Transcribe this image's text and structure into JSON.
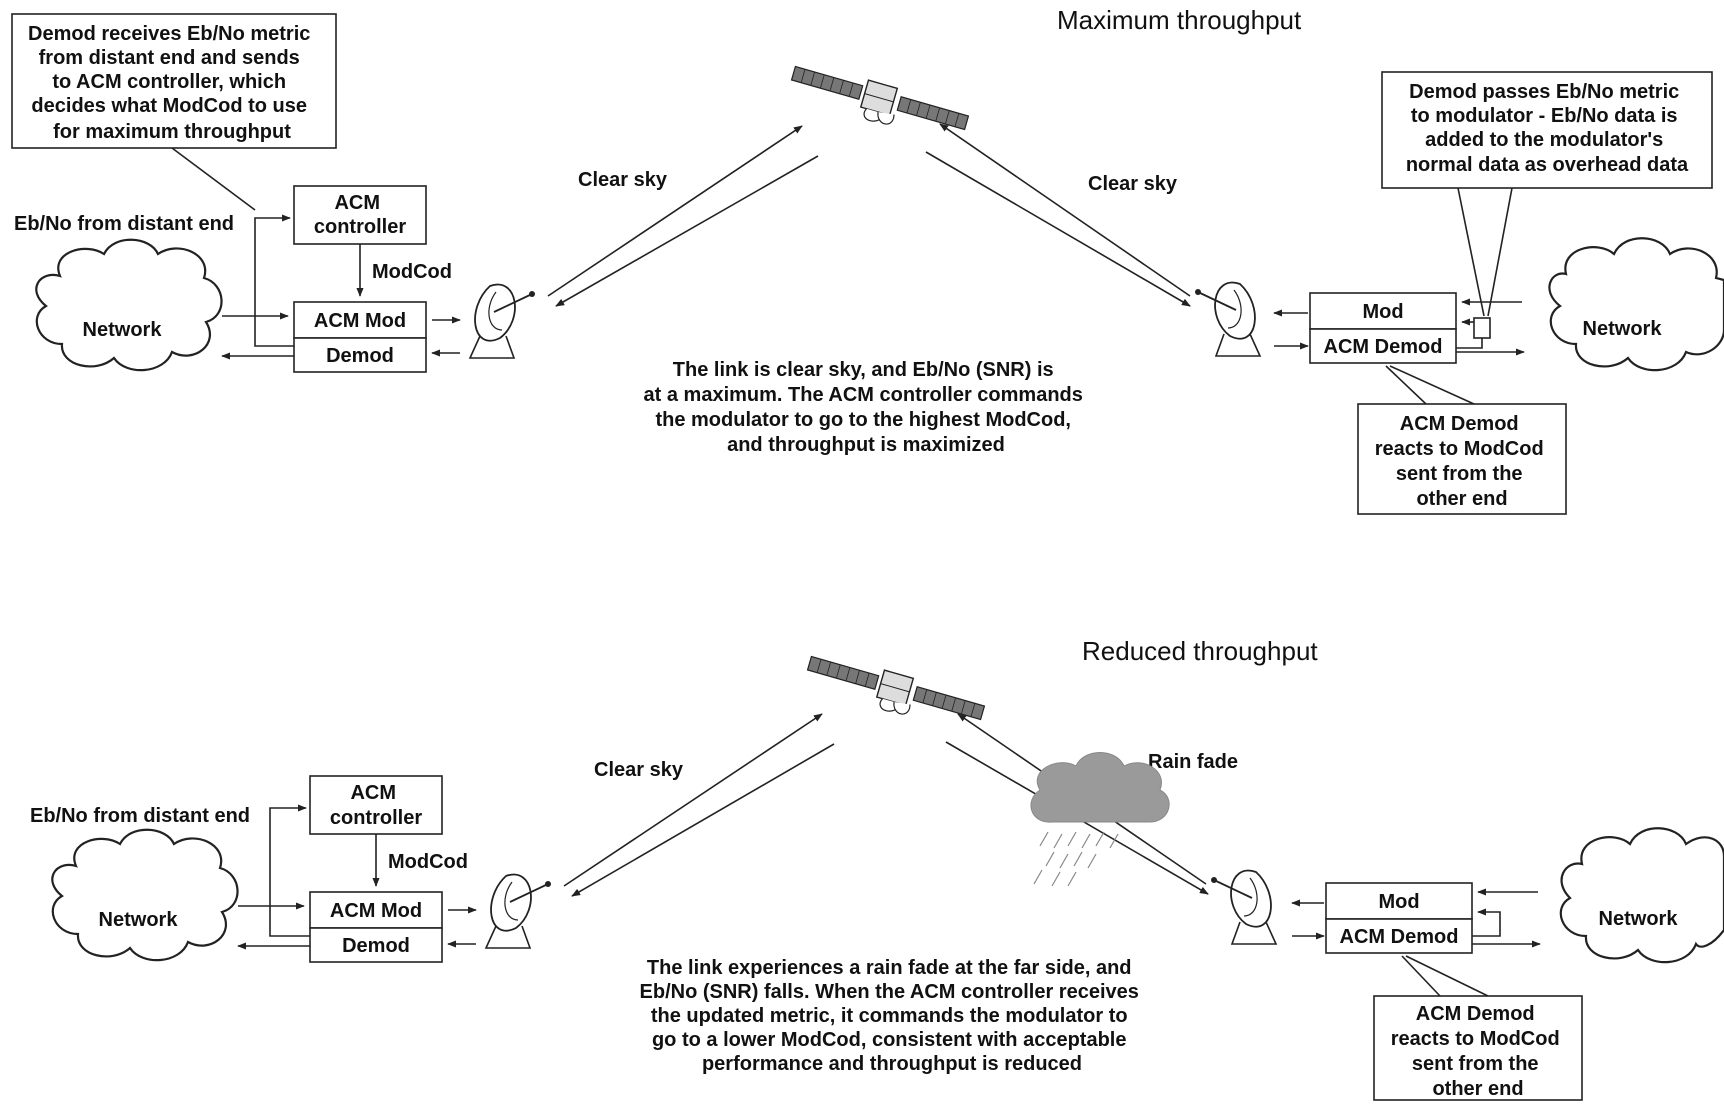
{
  "top": {
    "title": "Maximum throughput",
    "left_note": [
      "Demod receives Eb/No metric",
      "from distant end and sends",
      "to ACM controller, which",
      "decides what ModCod to use",
      "for maximum throughput"
    ],
    "ebno_label": "Eb/No from distant end",
    "controller": [
      "ACM",
      "controller"
    ],
    "modcod_label": "ModCod",
    "mod_left": "ACM Mod",
    "demod_left": "Demod",
    "network_left": "Network",
    "uplink_label": "Clear sky",
    "downlink_label": "Clear sky",
    "center_text": [
      "The link is clear sky, and Eb/No (SNR) is",
      "at a maximum. The ACM controller commands",
      "the modulator to go to the highest ModCod,",
      "and throughput is maximized"
    ],
    "right_note": [
      "Demod passes Eb/No metric",
      "to modulator - Eb/No data is",
      "added to the modulator's",
      "normal data as overhead data"
    ],
    "mod_right": "Mod",
    "demod_right": "ACM Demod",
    "network_right": "Network",
    "reacts_note": [
      "ACM Demod",
      "reacts to ModCod",
      "sent from the",
      "other end"
    ]
  },
  "bottom": {
    "title": "Reduced throughput",
    "ebno_label": "Eb/No from distant end",
    "controller": [
      "ACM",
      "controller"
    ],
    "modcod_label": "ModCod",
    "mod_left": "ACM Mod",
    "demod_left": "Demod",
    "network_left": "Network",
    "uplink_label": "Clear sky",
    "downlink_label": "Rain fade",
    "center_text": [
      "The link experiences a rain fade at the far side, and",
      "Eb/No (SNR) falls. When the ACM controller receives",
      "the updated metric, it commands the modulator to",
      "go to a lower ModCod, consistent with acceptable",
      "performance and throughput is reduced"
    ],
    "mod_right": "Mod",
    "demod_right": "ACM Demod",
    "network_right": "Network",
    "reacts_note": [
      "ACM Demod",
      "reacts to ModCod",
      "sent from the",
      "other end"
    ]
  }
}
